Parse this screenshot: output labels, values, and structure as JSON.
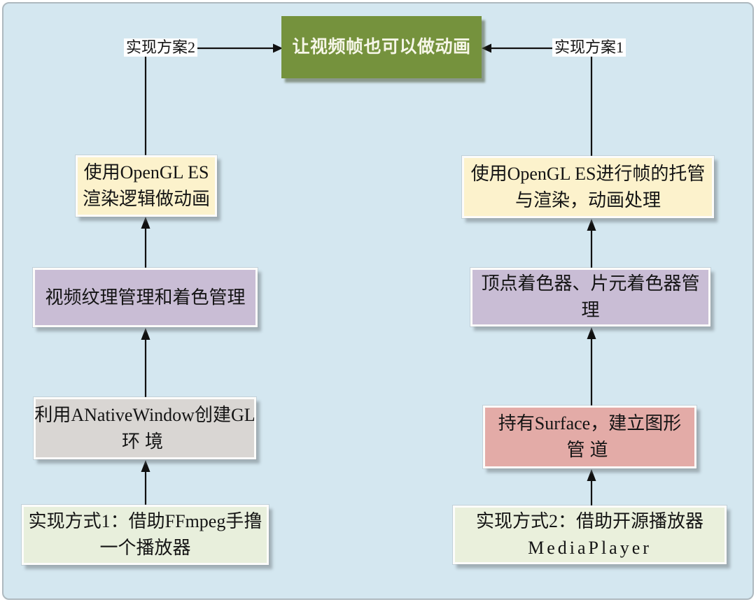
{
  "page": {
    "background": "#d4e7f0",
    "frame_border": "#aeb9bf"
  },
  "root_node": {
    "label": "让视频帧也可以做动画",
    "fill": "#75923d",
    "text_color": "#f6f6e8"
  },
  "connectors": {
    "left_branch_label": "实现方案2",
    "right_branch_label": "实现方案1",
    "line_color": "#111111"
  },
  "left_column": {
    "top_box": {
      "line1": "使用OpenGL ES",
      "line2": "渲染逻辑做动画",
      "fill": "#fcf2cc"
    },
    "mid_box": {
      "line1": "视频纹理管理和着色管理",
      "fill": "#c9bdd5"
    },
    "lower_box": {
      "line1": "利用ANativeWindow创建GL",
      "line2": "环境",
      "fill": "#d9d6d3"
    },
    "bottom_box": {
      "line1": "实现方式1：借助FFmpeg手撸",
      "line2": "一个播放器",
      "fill": "#e8efdc"
    }
  },
  "right_column": {
    "top_box": {
      "line1": "使用OpenGL ES进行帧的托管",
      "line2": "与渲染，动画处理",
      "fill": "#fcf2cc"
    },
    "mid_box": {
      "line1": "顶点着色器、片元着色器管",
      "line2": "理",
      "fill": "#c9bdd5"
    },
    "lower_box": {
      "line1": "持有Surface，建立图形",
      "line2": "管道",
      "fill": "#e3aba7"
    },
    "bottom_box": {
      "line1": "实现方式2：借助开源播放器",
      "line2": "MediaPlayer",
      "fill": "#eaf0dc"
    }
  }
}
